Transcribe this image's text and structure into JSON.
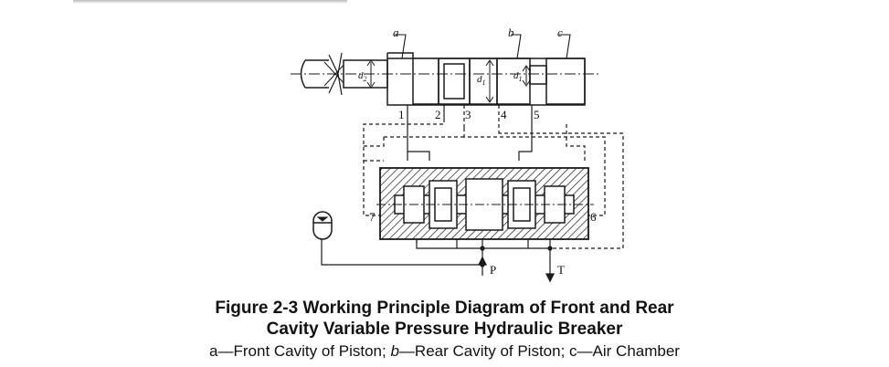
{
  "diagram": {
    "cavity_labels": {
      "a": "a",
      "b": "b",
      "c": "c"
    },
    "port_labels": [
      "1",
      "2",
      "3",
      "4",
      "5",
      "6",
      "7"
    ],
    "dimension_labels": {
      "d1": "d",
      "d1_sub": "1",
      "d2": "d",
      "d2_sub": "2",
      "d_sub1": "d",
      "d_sub1_sub": "1"
    },
    "line_labels": {
      "pressure": "P",
      "tank": "T"
    },
    "colors": {
      "line": "#1a1a1a",
      "hatch": "#1a1a1a",
      "background": "#ffffff"
    }
  },
  "caption": {
    "title_line1": "Figure 2-3 Working Principle Diagram of Front and Rear",
    "title_line2": "Cavity Variable Pressure Hydraulic Breaker",
    "legend_a_key": "a",
    "legend_a_text": "—Front Cavity of Piston; ",
    "legend_b_key": "b",
    "legend_b_text": "—Rear Cavity of Piston; c—Air Chamber"
  }
}
